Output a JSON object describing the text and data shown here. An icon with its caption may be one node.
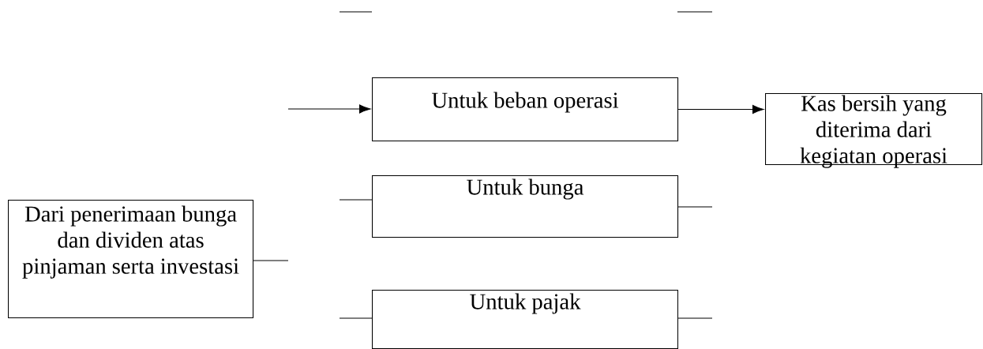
{
  "diagram": {
    "nodes": [
      {
        "text": [
          "Untuk beban operasi"
        ]
      },
      {
        "text": [
          "Kas bersih yang diterima dari kegiatan operasi"
        ]
      },
      {
        "text": [
          "Untuk bunga"
        ]
      },
      {
        "text": [
          "Dari penerimaan bunga dan dividen atas pinjaman serta investasi"
        ]
      },
      {
        "text": [
          "Untuk pajak"
        ]
      }
    ],
    "edges": [
      {
        "from": null,
        "to": 0,
        "arrow": "to"
      },
      {
        "from": 0,
        "to": 1,
        "arrow": "to"
      },
      {
        "from": null,
        "to": 2,
        "arrow": "none"
      },
      {
        "from": 2,
        "to": null,
        "arrow": "none"
      },
      {
        "from": 3,
        "to": null,
        "arrow": "none"
      },
      {
        "from": null,
        "to": 4,
        "arrow": "none"
      },
      {
        "from": 4,
        "to": null,
        "arrow": "none"
      }
    ]
  }
}
